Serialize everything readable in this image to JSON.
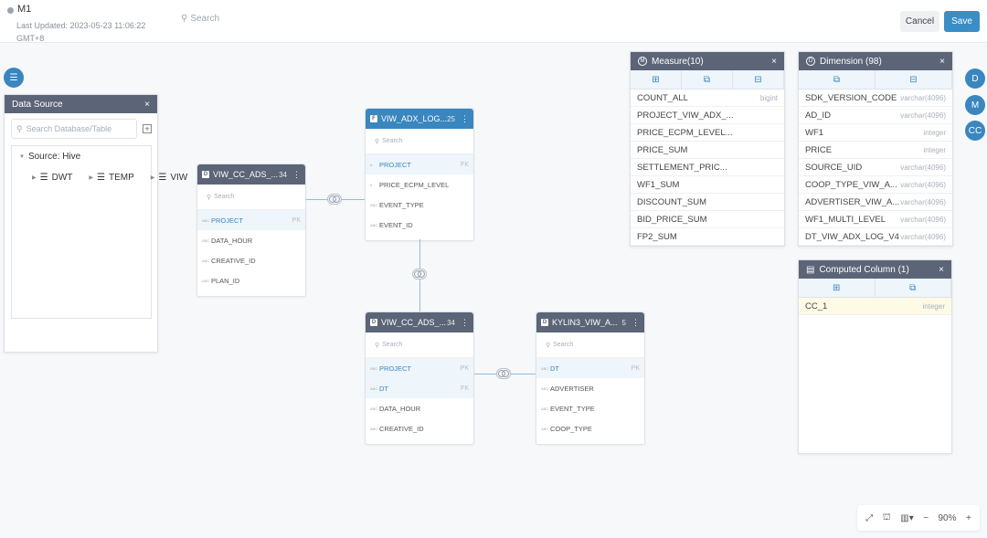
{
  "header": {
    "title": "M1",
    "last_updated": "Last Updated: 2023-05-23 11:06:22 GMT+8",
    "search_placeholder": "Search",
    "cancel": "Cancel",
    "save": "Save"
  },
  "datasource": {
    "title": "Data Source",
    "search_placeholder": "Search Database/Table",
    "source": "Source: Hive",
    "databases": [
      "DWT",
      "TEMP",
      "VIW"
    ]
  },
  "tables": [
    {
      "name": "VIW_CC_ADS_...",
      "count": "34",
      "type": "D",
      "search": "Search",
      "columns": [
        {
          "name": "PROJECT",
          "type": "ABC",
          "key": "PK",
          "hl": true
        },
        {
          "name": "DATA_HOUR",
          "type": "ABC",
          "key": ""
        },
        {
          "name": "CREATIVE_ID",
          "type": "ABC",
          "key": ""
        },
        {
          "name": "PLAN_ID",
          "type": "ABC",
          "key": ""
        }
      ]
    },
    {
      "name": "VIW_ADX_LOG...",
      "count": "25",
      "type": "F",
      "search": "Search",
      "columns": [
        {
          "name": "PROJECT",
          "type": "#",
          "key": "FK",
          "hl": true
        },
        {
          "name": "PRICE_ECPM_LEVEL",
          "type": "#",
          "key": ""
        },
        {
          "name": "EVENT_TYPE",
          "type": "ABC",
          "key": ""
        },
        {
          "name": "EVENT_ID",
          "type": "ABC",
          "key": ""
        }
      ]
    },
    {
      "name": "VIW_CC_ADS_...",
      "count": "34",
      "type": "D",
      "search": "Search",
      "columns": [
        {
          "name": "PROJECT",
          "type": "ABC",
          "key": "PK",
          "hl": true
        },
        {
          "name": "DT",
          "type": "ABC",
          "key": "FK",
          "hl": true
        },
        {
          "name": "DATA_HOUR",
          "type": "ABC",
          "key": ""
        },
        {
          "name": "CREATIVE_ID",
          "type": "ABC",
          "key": ""
        }
      ]
    },
    {
      "name": "KYLIN3_VIW_A...",
      "count": "5",
      "type": "D",
      "search": "Search",
      "columns": [
        {
          "name": "DT",
          "type": "ABC",
          "key": "PK",
          "hl": true
        },
        {
          "name": "ADVERTISER",
          "type": "ABC",
          "key": ""
        },
        {
          "name": "EVENT_TYPE",
          "type": "ABC",
          "key": ""
        },
        {
          "name": "COOP_TYPE",
          "type": "ABC",
          "key": ""
        }
      ]
    }
  ],
  "measure": {
    "title": "Measure(10)",
    "icon": "M",
    "items": [
      {
        "name": "COUNT_ALL",
        "type": "bigint"
      },
      {
        "name": "PROJECT_VIW_ADX_...",
        "type": ""
      },
      {
        "name": "PRICE_ECPM_LEVEL...",
        "type": ""
      },
      {
        "name": "PRICE_SUM",
        "type": ""
      },
      {
        "name": "SETTLEMENT_PRIC...",
        "type": ""
      },
      {
        "name": "WF1_SUM",
        "type": ""
      },
      {
        "name": "DISCOUNT_SUM",
        "type": ""
      },
      {
        "name": "BID_PRICE_SUM",
        "type": ""
      },
      {
        "name": "FP2_SUM",
        "type": ""
      }
    ]
  },
  "dimension": {
    "title": "Dimension (98)",
    "icon": "D",
    "items": [
      {
        "name": "SDK_VERSION_CODE",
        "type": "varchar(4096)"
      },
      {
        "name": "AD_ID",
        "type": "varchar(4096)"
      },
      {
        "name": "WF1",
        "type": "integer"
      },
      {
        "name": "PRICE",
        "type": "integer"
      },
      {
        "name": "SOURCE_UID",
        "type": "varchar(4096)"
      },
      {
        "name": "COOP_TYPE_VIW_A...",
        "type": "varchar(4096)"
      },
      {
        "name": "ADVERTISER_VIW_A...",
        "type": "varchar(4096)"
      },
      {
        "name": "WF1_MULTI_LEVEL",
        "type": "varchar(4096)"
      },
      {
        "name": "DT_VIW_ADX_LOG_V4",
        "type": "varchar(4096)"
      }
    ]
  },
  "computed": {
    "title": "Computed Column (1)",
    "items": [
      {
        "name": "CC_1",
        "type": "integer"
      }
    ]
  },
  "side_buttons": [
    "D",
    "M",
    "CC"
  ],
  "zoom": {
    "level": "90%"
  },
  "colors": {
    "accent": "#3a86bf",
    "header_dark": "#5b6577"
  }
}
